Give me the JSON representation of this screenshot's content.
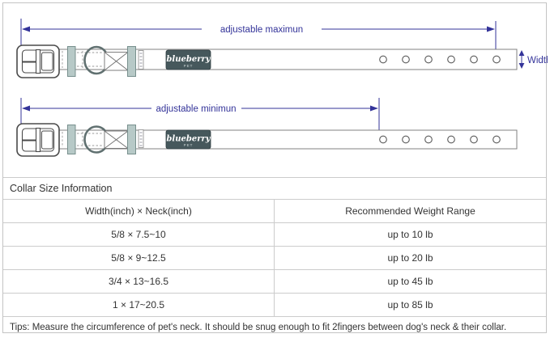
{
  "diagram": {
    "max_label": "adjustable maximun",
    "min_label": "adjustable minimun",
    "width_label": "Width",
    "logo": {
      "brand": "blueberry",
      "sub": "PET"
    },
    "colors": {
      "dimension_blue": "#333399",
      "logo_background": "#46585c",
      "keeper_gray": "#b7c9c7"
    }
  },
  "table": {
    "section_title": "Collar Size Information",
    "columns": {
      "size": "Width(inch) × Neck(inch)",
      "weight": "Recommended Weight Range"
    },
    "rows": [
      {
        "size": "5/8 × 7.5~10",
        "weight": "up to 10 lb"
      },
      {
        "size": "5/8 × 9~12.5",
        "weight": "up to 20 lb"
      },
      {
        "size": "3/4 × 13~16.5",
        "weight": "up to 45 lb"
      },
      {
        "size": "1 × 17~20.5",
        "weight": "up to 85 lb"
      }
    ],
    "tips": "Tips: Measure the circumference of pet's neck. It should be snug enough to fit 2fingers between dog's neck & their collar."
  }
}
